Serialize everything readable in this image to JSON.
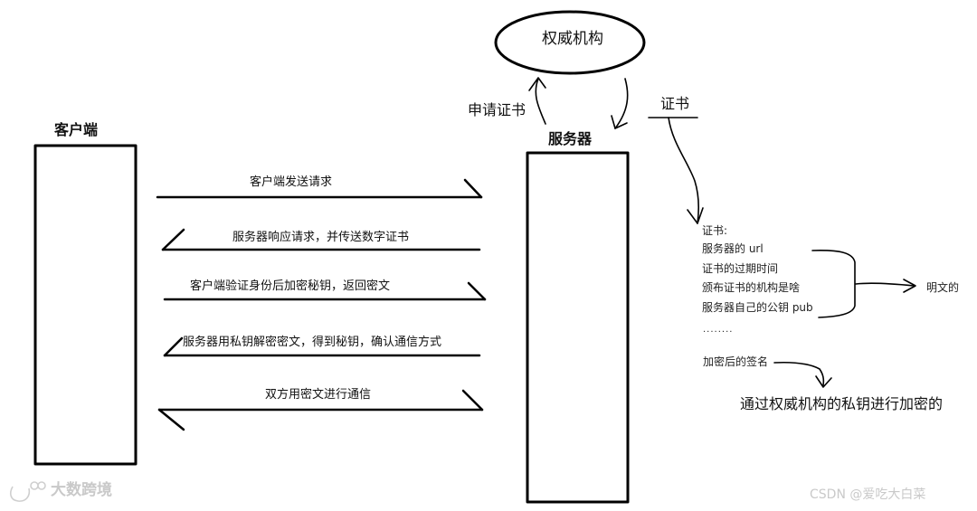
{
  "client": {
    "label": "客户端"
  },
  "server": {
    "label": "服务器"
  },
  "authority": {
    "label": "权威机构"
  },
  "apply_label": "申请证书",
  "cert_label": "证书",
  "messages": [
    "客户端发送请求",
    "服务器响应请求，并传送数字证书",
    "客户端验证身份后加密秘钥，返回密文",
    "服务器用私钥解密密文，得到秘钥，确认通信方式",
    "双方用密文进行通信"
  ],
  "certificate": {
    "heading": "证书:",
    "fields": [
      "服务器的 url",
      "证书的过期时间",
      "颁布证书的机构是啥",
      "服务器自己的公钥 pub"
    ],
    "ellipsis": "........",
    "plaintext_label": "明文的",
    "signature_label": "加密后的签名",
    "signature_note": "通过权威机构的私钥进行加密的"
  },
  "watermarks": {
    "left": "大数跨境",
    "right": "CSDN @爱吃大白菜"
  }
}
